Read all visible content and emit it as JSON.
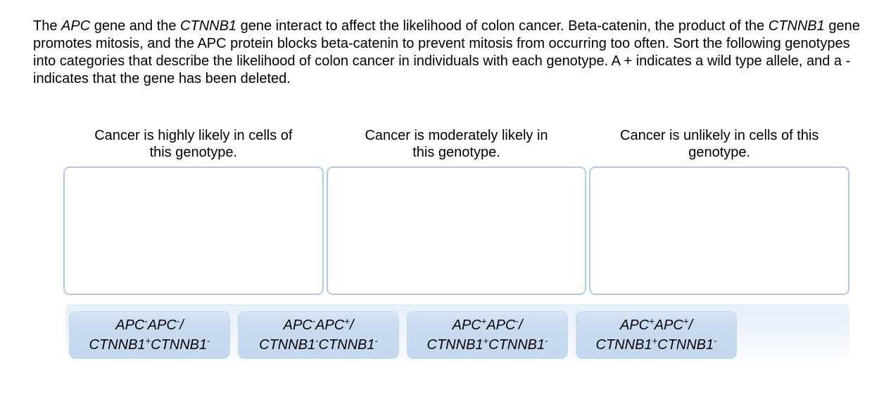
{
  "intro": {
    "segments": [
      {
        "t": "The "
      },
      {
        "t": "APC",
        "i": true
      },
      {
        "t": " gene and the "
      },
      {
        "t": "CTNNB1",
        "i": true
      },
      {
        "t": " gene interact to affect the likelihood of colon cancer. Beta-catenin, the product of the "
      },
      {
        "t": "CTNNB1",
        "i": true
      },
      {
        "t": " gene promotes mitosis, and the APC protein blocks beta-catenin to prevent mitosis from occurring too often. Sort the following genotypes into categories that describe the likelihood of colon cancer in individuals with each genotype. A + indicates a wild type allele, and a - indicates that the gene has been deleted."
      }
    ]
  },
  "categories": [
    {
      "id": "highly-likely",
      "label": "Cancer is highly likely in cells of this genotype.",
      "lines": [
        "Cancer is highly likely in cells of",
        "this genotype."
      ]
    },
    {
      "id": "moderately-likely",
      "label": "Cancer is moderately likely in this genotype.",
      "lines": [
        "Cancer is moderately likely in",
        "this genotype."
      ]
    },
    {
      "id": "unlikely",
      "label": "Cancer is unlikely in cells of this genotype.",
      "lines": [
        "Cancer is unlikely in cells of this",
        "genotype."
      ]
    }
  ],
  "tiles": [
    {
      "text": "APC-APC-/ CTNNB1+CTNNB1-",
      "line1": [
        {
          "t": "APC"
        },
        {
          "sup": "-"
        },
        {
          "t": "APC"
        },
        {
          "sup": "-"
        },
        {
          "t": "/"
        }
      ],
      "line2": [
        {
          "t": "CTNNB1"
        },
        {
          "sup": "+"
        },
        {
          "t": "CTNNB1"
        },
        {
          "sup": "-"
        }
      ]
    },
    {
      "text": "APC-APC+/ CTNNB1-CTNNB1-",
      "line1": [
        {
          "t": "APC"
        },
        {
          "sup": "-"
        },
        {
          "t": "APC"
        },
        {
          "sup": "+"
        },
        {
          "t": "/"
        }
      ],
      "line2": [
        {
          "t": "CTNNB1"
        },
        {
          "sup": "-"
        },
        {
          "t": "CTNNB1"
        },
        {
          "sup": "-"
        }
      ]
    },
    {
      "text": "APC+APC-/ CTNNB1+CTNNB1-",
      "line1": [
        {
          "t": "APC"
        },
        {
          "sup": "+"
        },
        {
          "t": "APC"
        },
        {
          "sup": "-"
        },
        {
          "t": "/"
        }
      ],
      "line2": [
        {
          "t": "CTNNB1"
        },
        {
          "sup": "+"
        },
        {
          "t": "CTNNB1"
        },
        {
          "sup": "-"
        }
      ]
    },
    {
      "text": "APC+APC+/ CTNNB1+CTNNB1-",
      "line1": [
        {
          "t": "APC"
        },
        {
          "sup": "+"
        },
        {
          "t": "APC"
        },
        {
          "sup": "+"
        },
        {
          "t": "/"
        }
      ],
      "line2": [
        {
          "t": "CTNNB1"
        },
        {
          "sup": "+"
        },
        {
          "t": "CTNNB1"
        },
        {
          "sup": "-"
        }
      ]
    }
  ],
  "colors": {
    "dropzone_border": "#aecbea",
    "tile_background": "#c6daef",
    "tray_background": "#e9f1f9",
    "text": "#000000"
  }
}
